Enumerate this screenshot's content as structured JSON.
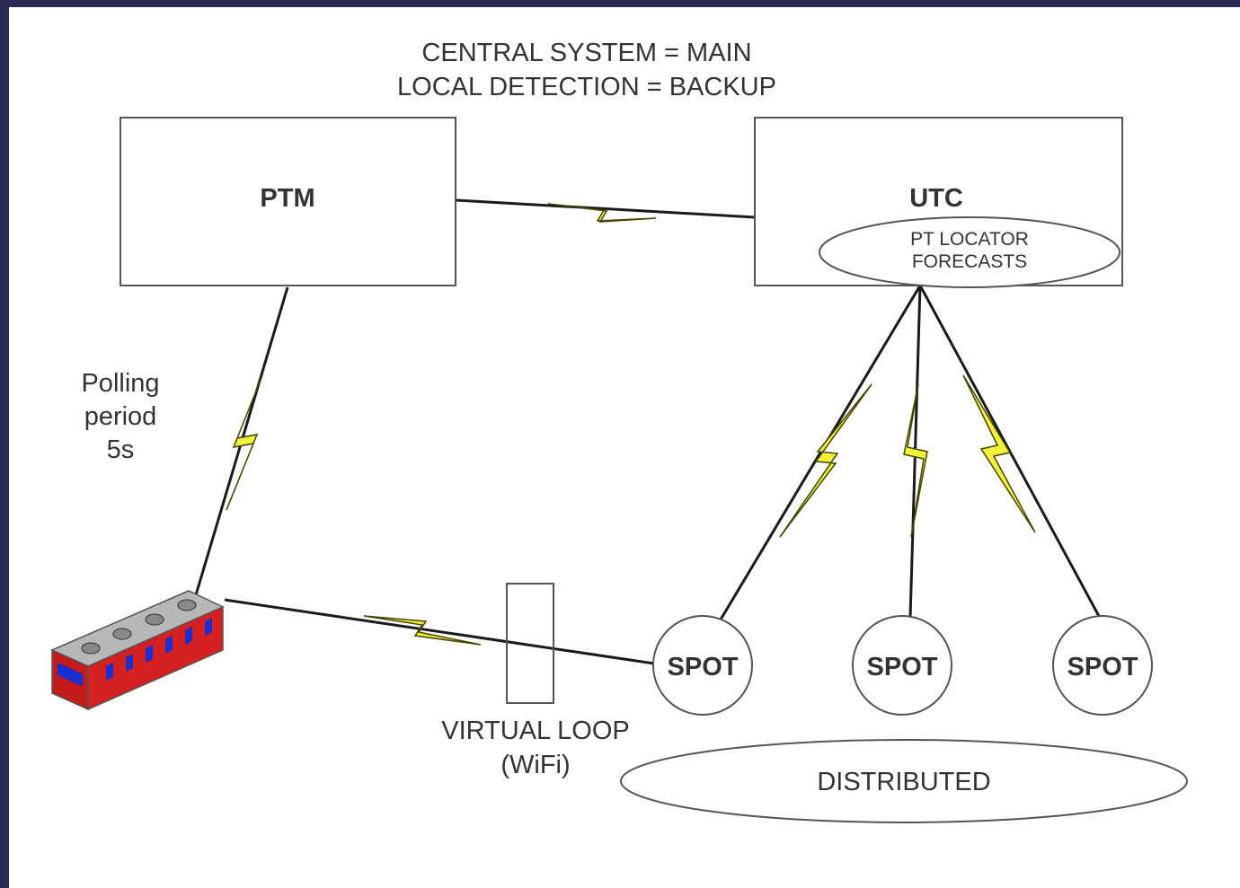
{
  "header": {
    "line1": "CENTRAL SYSTEM = MAIN",
    "line2": "LOCAL DETECTION = BACKUP"
  },
  "ptm": {
    "label": "PTM"
  },
  "utc": {
    "label": "UTC",
    "locator_line1": "PT LOCATOR",
    "locator_line2": "FORECASTS"
  },
  "polling": {
    "line1": "Polling",
    "line2": "period",
    "line3": "5s"
  },
  "virtual_loop": {
    "line1": "VIRTUAL LOOP",
    "line2": "(WiFi)"
  },
  "spots": [
    {
      "label": "SPOT"
    },
    {
      "label": "SPOT"
    },
    {
      "label": "SPOT"
    }
  ],
  "distributed": {
    "label": "DISTRIBUTED"
  },
  "colors": {
    "frame": "#2a2a55",
    "bolt": "#f2f23a",
    "bus_body": "#d42020",
    "bus_windows": "#1a2fd0",
    "bus_roof": "#b8b8b8"
  }
}
